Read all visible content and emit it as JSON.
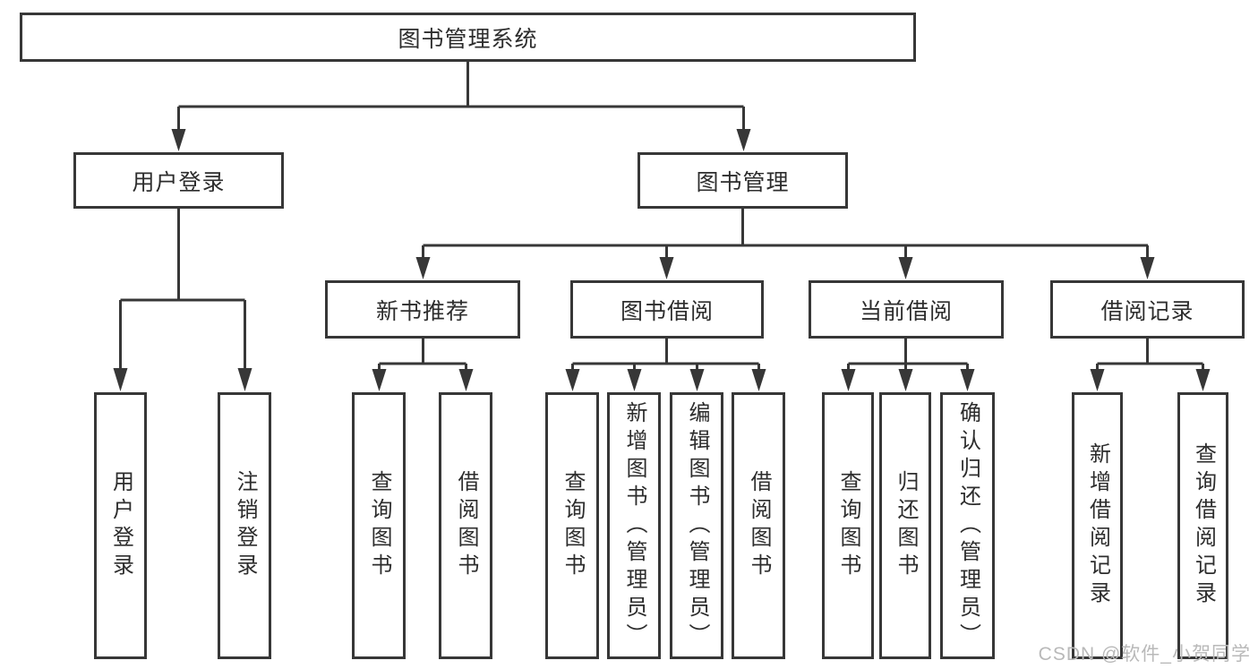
{
  "diagram": {
    "type": "hierarchy",
    "root": {
      "id": "library-management-system",
      "label": "图书管理系统"
    },
    "level2": [
      {
        "id": "user-login",
        "label": "用户登录",
        "parent": "library-management-system"
      },
      {
        "id": "book-management",
        "label": "图书管理",
        "parent": "library-management-system"
      }
    ],
    "level3": [
      {
        "id": "new-book-recommend",
        "label": "新书推荐",
        "parent": "book-management"
      },
      {
        "id": "book-borrowing",
        "label": "图书借阅",
        "parent": "book-management"
      },
      {
        "id": "current-borrowing",
        "label": "当前借阅",
        "parent": "book-management"
      },
      {
        "id": "borrowing-records",
        "label": "借阅记录",
        "parent": "book-management"
      }
    ],
    "leaves": [
      {
        "id": "user-login-leaf",
        "label": "用户登录",
        "parent": "user-login"
      },
      {
        "id": "logout",
        "label": "注销登录",
        "parent": "user-login"
      },
      {
        "id": "query-books-recommend",
        "label": "查询图书",
        "parent": "new-book-recommend"
      },
      {
        "id": "borrow-books-recommend",
        "label": "借阅图书",
        "parent": "new-book-recommend"
      },
      {
        "id": "query-books-borrowing",
        "label": "查询图书",
        "parent": "book-borrowing"
      },
      {
        "id": "add-books-admin",
        "label": "新增图书（管理员）",
        "parent": "book-borrowing"
      },
      {
        "id": "edit-books-admin",
        "label": "编辑图书（管理员）",
        "parent": "book-borrowing"
      },
      {
        "id": "borrow-books",
        "label": "借阅图书",
        "parent": "book-borrowing"
      },
      {
        "id": "query-books-current",
        "label": "查询图书",
        "parent": "current-borrowing"
      },
      {
        "id": "return-books",
        "label": "归还图书",
        "parent": "current-borrowing"
      },
      {
        "id": "confirm-return-admin",
        "label": "确认归还（管理员）",
        "parent": "current-borrowing"
      },
      {
        "id": "add-borrowing-record",
        "label": "新增借阅记录",
        "parent": "borrowing-records"
      },
      {
        "id": "query-borrowing-record",
        "label": "查询借阅记录",
        "parent": "borrowing-records"
      }
    ]
  },
  "watermark": {
    "text": "CSDN @软件_小贺同学",
    "color": "#b9b9b9"
  },
  "colors": {
    "line": "#373737",
    "box_border": "#373737",
    "text": "#2d2d2d",
    "background": "#ffffff"
  }
}
